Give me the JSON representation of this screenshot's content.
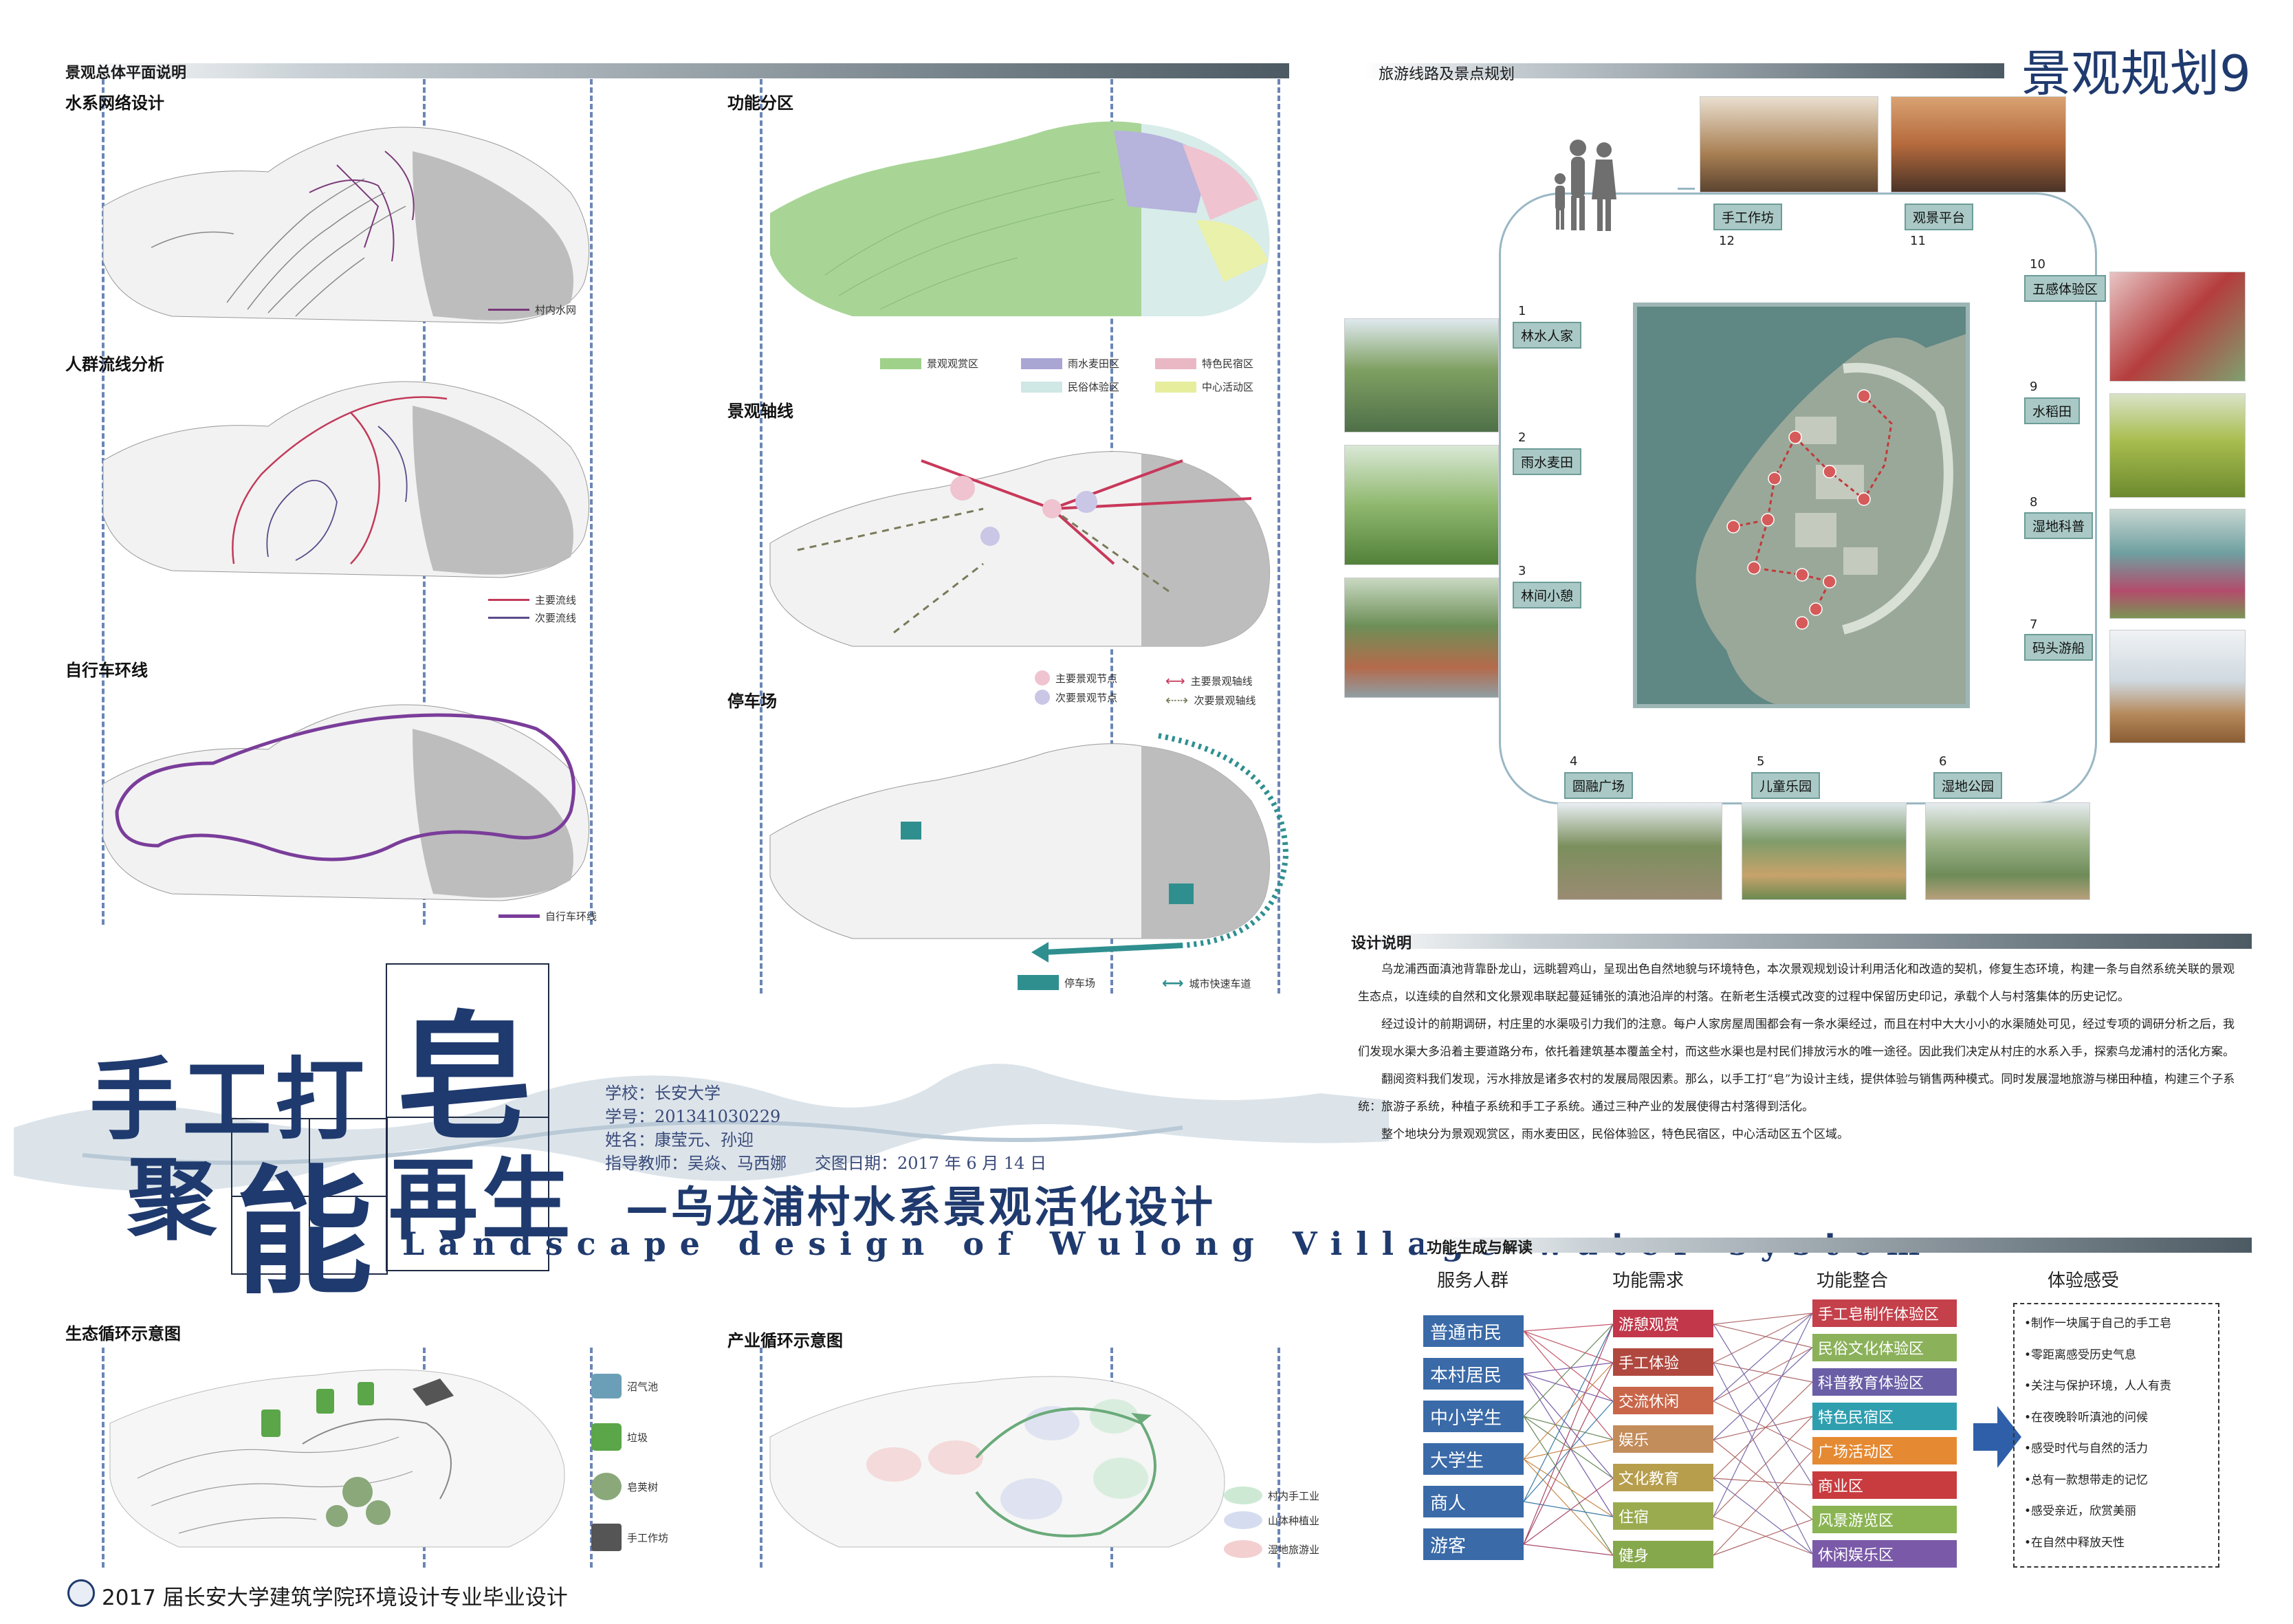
{
  "sections": {
    "overall": "景观总体平面说明",
    "tour": "旅游线路及景点规划",
    "design_desc": "设计说明",
    "function_gen": "功能生成与解读"
  },
  "page_tag": "景观规划9",
  "left_diagrams": {
    "water": {
      "title": "水系网络设计",
      "legend": "村内水网"
    },
    "crowd": {
      "title": "人群流线分析",
      "legend_main": "主要流线",
      "legend_sub": "次要流线"
    },
    "bike": {
      "title": "自行车环线",
      "legend": "自行车环线"
    },
    "zoning": {
      "title": "功能分区",
      "legend": [
        {
          "label": "景观观赏区",
          "color": "#9fd18a"
        },
        {
          "label": "雨水麦田区",
          "color": "#a9a6d4"
        },
        {
          "label": "特色民宿区",
          "color": "#e9b8c4"
        },
        {
          "label": "民俗体验区",
          "color": "#cfe7e5"
        },
        {
          "label": "中心活动区",
          "color": "#e6ee9e"
        }
      ]
    },
    "axis": {
      "title": "景观轴线",
      "legend": {
        "main_node": "主要景观节点",
        "sub_node": "次要景观节点",
        "main_axis": "主要景观轴线",
        "sub_axis": "次要景观轴线"
      }
    },
    "parking": {
      "title": "停车场",
      "legend_parking": "停车场",
      "legend_road": "城市快速车道"
    }
  },
  "main_title": {
    "line1": [
      "手",
      "工",
      "打",
      "皂"
    ],
    "line2": [
      "聚",
      "能",
      "再",
      "生"
    ],
    "subtitle": "—乌龙浦村水系景观活化设计",
    "english": "Landscape design of Wulong Village water system"
  },
  "info": {
    "school": "学校：长安大学",
    "student_id": "学号：201341030229",
    "name": "姓名：康莹元、孙迎",
    "teachers": "指导教师：吴焱、马西娜",
    "date": "交图日期：2017 年 6 月 14 日"
  },
  "eco": {
    "title": "生态循环示意图",
    "legend": [
      "沼气池",
      "垃圾",
      "皂荚树",
      "手工作坊"
    ]
  },
  "industry": {
    "title": "产业循环示意图",
    "legend": [
      {
        "label": "村内手工业",
        "color": "#cde9d4"
      },
      {
        "label": "山体种植业",
        "color": "#d6dcf0"
      },
      {
        "label": "湿地旅游业",
        "color": "#f4cfcf"
      }
    ]
  },
  "footer": "2017 届长安大学建筑学院环境设计专业毕业设计",
  "spots": [
    {
      "num": "1",
      "name": "林水人家"
    },
    {
      "num": "2",
      "name": "雨水麦田"
    },
    {
      "num": "3",
      "name": "林间小憩"
    },
    {
      "num": "4",
      "name": "圆融广场"
    },
    {
      "num": "5",
      "name": "儿童乐园"
    },
    {
      "num": "6",
      "name": "湿地公园"
    },
    {
      "num": "7",
      "name": "码头游船"
    },
    {
      "num": "8",
      "name": "湿地科普"
    },
    {
      "num": "9",
      "name": "水稻田"
    },
    {
      "num": "10",
      "name": "五感体验区"
    },
    {
      "num": "11",
      "name": "观景平台"
    },
    {
      "num": "12",
      "name": "手工作坊"
    }
  ],
  "description": [
    "乌龙浦西面滇池背靠卧龙山，远眺碧鸡山，呈现出色自然地貌与环境特色，本次景观规划设计利用活化和改造的契机，修复生态环境，构建一条与自然系统关联的景观生态点，以连续的自然和文化景观串联起蔓延铺张的滇池沿岸的村落。在新老生活模式改变的过程中保留历史印记，承载个人与村落集体的历史记忆。",
    "经过设计的前期调研，村庄里的水渠吸引力我们的注意。每户人家房屋周围都会有一条水渠经过，而且在村中大大小小的水渠随处可见，经过专项的调研分析之后，我们发现水渠大多沿着主要道路分布，依托着建筑基本覆盖全村，而这些水渠也是村民们排放污水的唯一途径。因此我们决定从村庄的水系入手，探索乌龙浦村的活化方案。",
    "翻阅资料我们发现，污水排放是诸多农村的发展局限因素。那么，以手工打“皂”为设计主线，提供体验与销售两种模式。同时发展湿地旅游与梯田种植，构建三个子系统：旅游子系统，种植子系统和手工子系统。通过三种产业的发展使得古村落得到活化。",
    "整个地块分为景观观赏区，雨水麦田区，民俗体验区，特色民宿区，中心活动区五个区域。"
  ],
  "function": {
    "headers": [
      "服务人群",
      "功能需求",
      "功能整合",
      "体验感受"
    ],
    "people": [
      "普通市民",
      "本村居民",
      "中小学生",
      "大学生",
      "商人",
      "游客"
    ],
    "needs": [
      {
        "label": "游憩观赏",
        "color": "#c2374a"
      },
      {
        "label": "手工体验",
        "color": "#b0483f"
      },
      {
        "label": "交流休闲",
        "color": "#c9664a"
      },
      {
        "label": "娱乐",
        "color": "#c38c5b"
      },
      {
        "label": "文化教育",
        "color": "#b79e4d"
      },
      {
        "label": "住宿",
        "color": "#9aab4f"
      },
      {
        "label": "健身",
        "color": "#86a84c"
      }
    ],
    "integration": [
      {
        "label": "手工皂制作体验区",
        "color": "#c4404a"
      },
      {
        "label": "民俗文化体验区",
        "color": "#8bb15a"
      },
      {
        "label": "科普教育体验区",
        "color": "#6a5fa6"
      },
      {
        "label": "特色民宿区",
        "color": "#2f9fb0"
      },
      {
        "label": "广场活动区",
        "color": "#e58a32"
      },
      {
        "label": "商业区",
        "color": "#c83b3f"
      },
      {
        "label": "风景游览区",
        "color": "#8ab452"
      },
      {
        "label": "休闲娱乐区",
        "color": "#7a5aa8"
      }
    ],
    "feelings": [
      "•制作一块属于自己的手工皂",
      "•零距离感受历史气息",
      "•关注与保护环境，人人有责",
      "•在夜晚聆听滇池的问候",
      "•感受时代与自然的活力",
      "•总有一款想带走的记忆",
      "•感受亲近，欣赏美丽",
      "•在自然中释放天性"
    ]
  }
}
